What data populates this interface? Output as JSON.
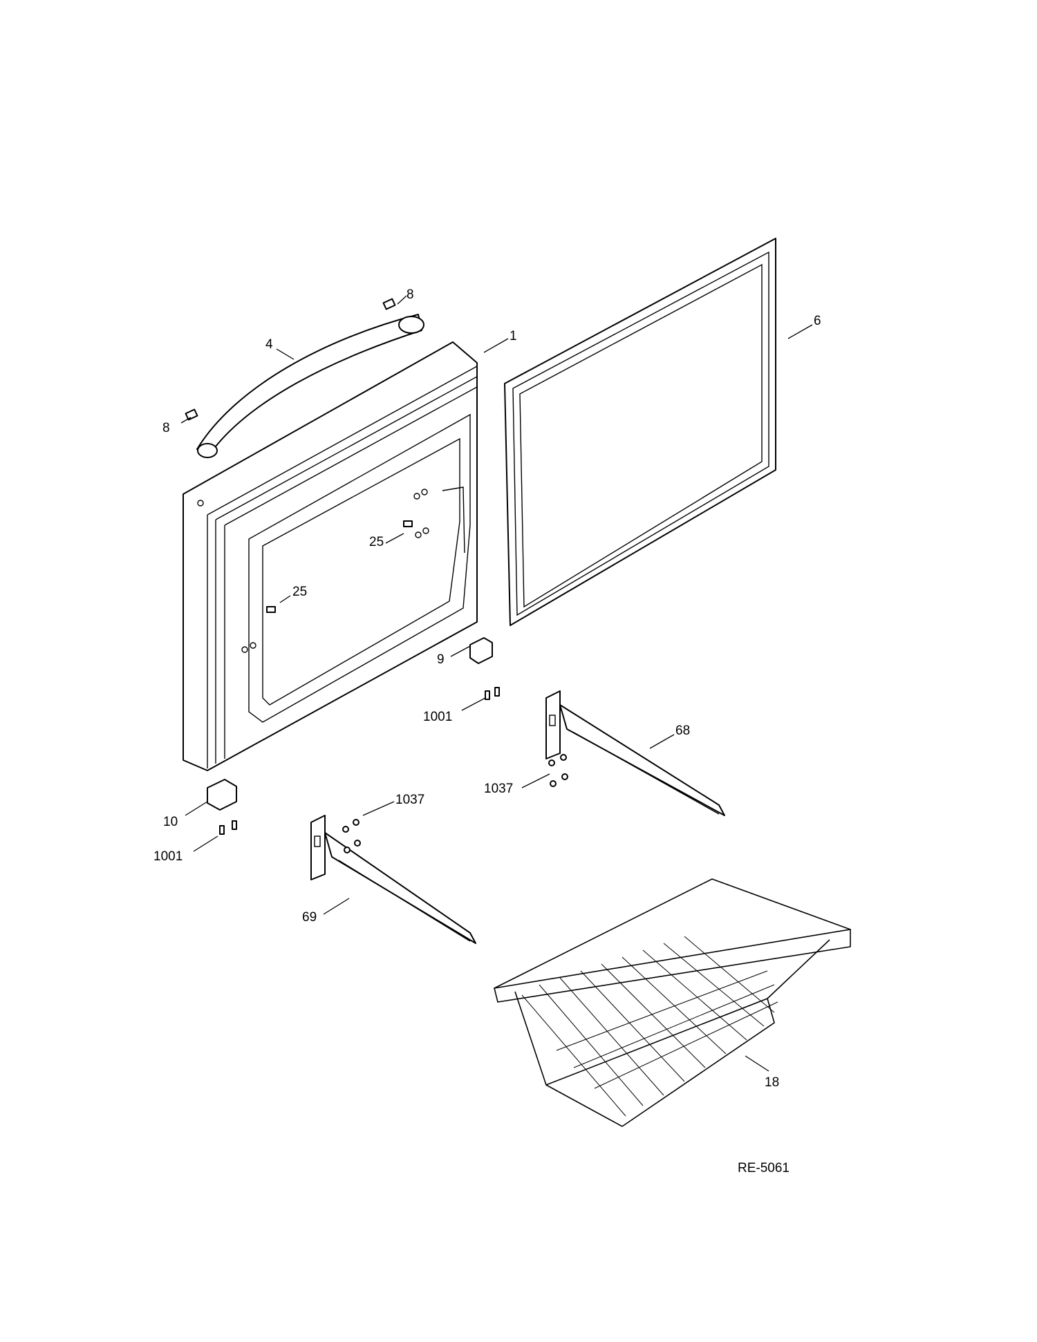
{
  "callouts": {
    "c8_top": "8",
    "c8_left": "8",
    "c4": "4",
    "c1": "1",
    "c6": "6",
    "c25_a": "25",
    "c25_b": "25",
    "c9": "9",
    "c1001_right": "1001",
    "c68": "68",
    "c1037_right": "1037",
    "c10": "10",
    "c1037_left": "1037",
    "c1001_left": "1001",
    "c69": "69",
    "c18": "18"
  },
  "diagram_code": "RE-5061"
}
